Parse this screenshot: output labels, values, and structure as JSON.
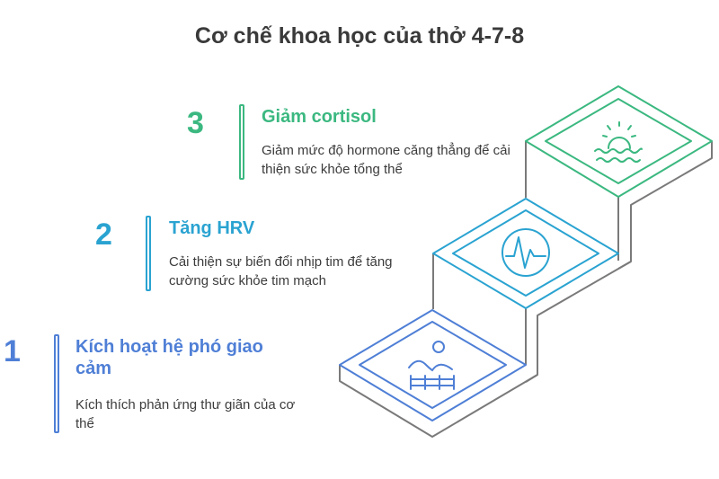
{
  "title": "Cơ chế khoa học của thở 4-7-8",
  "colors": {
    "step1": "#4f7fd6",
    "step2": "#2aa3d1",
    "step3": "#3bb880",
    "outline": "#7a7a7a",
    "title": "#3a3a3a",
    "text": "#3c3c3c"
  },
  "steps": [
    {
      "number": "1",
      "heading": "Kích hoạt hệ phó giao cảm",
      "description": "Kích thích phản ứng thư giãn của cơ thể",
      "icon": "landscape-fence-icon"
    },
    {
      "number": "2",
      "heading": "Tăng HRV",
      "description": "Cải thiện sự biến đổi nhịp tim để tăng cường sức khỏe tim mạch",
      "icon": "heartbeat-pulse-icon"
    },
    {
      "number": "3",
      "heading": "Giảm cortisol",
      "description": "Giảm mức độ hormone căng thẳng để cải thiện sức khỏe tổng thể",
      "icon": "sunset-waves-icon"
    }
  ]
}
